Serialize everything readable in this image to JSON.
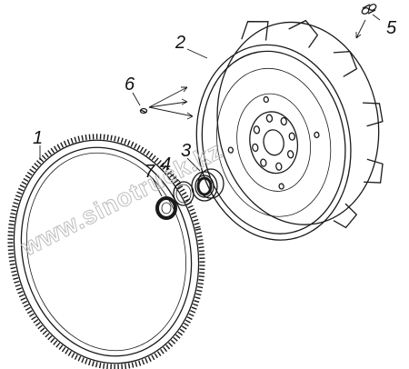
{
  "callouts": {
    "ring_gear": "1",
    "flywheel": "2",
    "bearing": "3",
    "spacer_ring": "4",
    "plug": "5",
    "pin": "6",
    "snap_ring": "7"
  },
  "watermark": "www.sinotruck.kz",
  "colors": {
    "ink": "#1a1a1a",
    "watermark": "#bdbdbd",
    "background": "#ffffff"
  }
}
